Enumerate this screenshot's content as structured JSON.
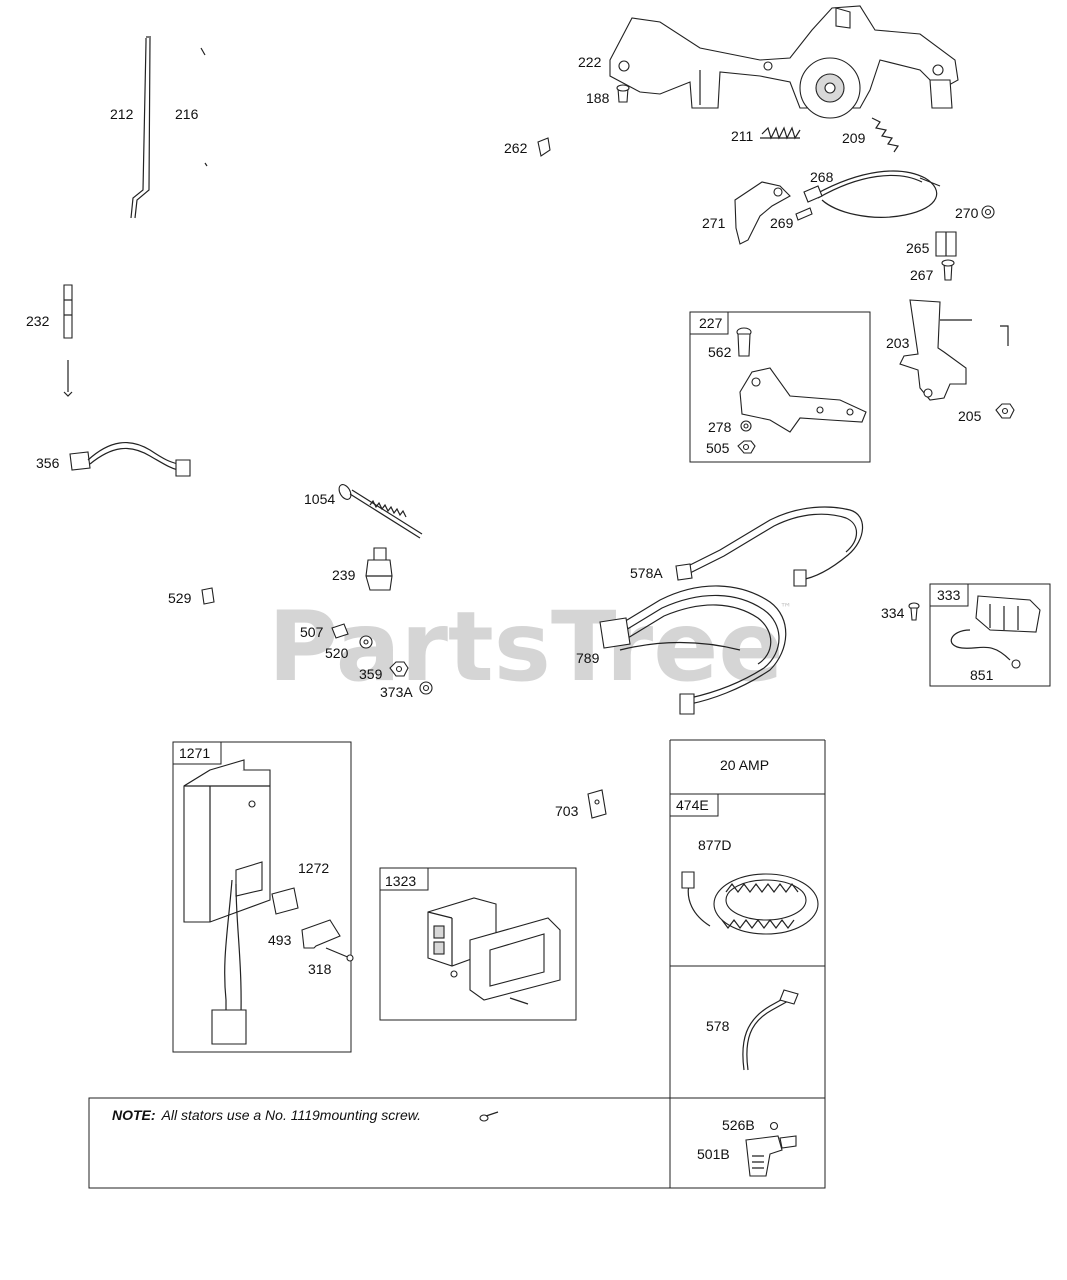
{
  "watermark": {
    "text": "PartsTree",
    "tm": "™"
  },
  "labels": {
    "p212": "212",
    "p216": "216",
    "p222": "222",
    "p188": "188",
    "p262": "262",
    "p211": "211",
    "p209": "209",
    "p268": "268",
    "p271": "271",
    "p269": "269",
    "p270": "270",
    "p265": "265",
    "p267": "267",
    "p232": "232",
    "p356": "356",
    "p227": "227",
    "p562": "562",
    "p278": "278",
    "p505": "505",
    "p203": "203",
    "p205": "205",
    "p1054": "1054",
    "p239": "239",
    "p529": "529",
    "p507": "507",
    "p520": "520",
    "p359": "359",
    "p373A": "373A",
    "p578A": "578A",
    "p789": "789",
    "p334": "334",
    "p333": "333",
    "p851": "851",
    "p1271": "1271",
    "p1272": "1272",
    "p493": "493",
    "p318": "318",
    "p703": "703",
    "p1323": "1323",
    "p474E": "474E",
    "p877D": "877D",
    "p578": "578",
    "p526B": "526B",
    "p501B": "501B"
  },
  "amp_label": "20 AMP",
  "note": {
    "prefix": "NOTE:",
    "text": "All stators use a No. 1119mounting screw."
  }
}
